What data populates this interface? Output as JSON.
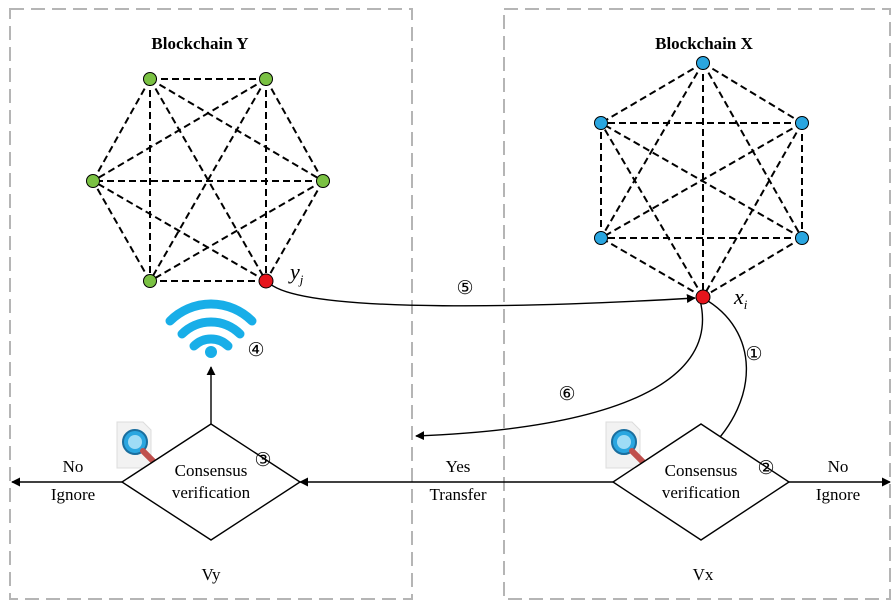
{
  "panel_y": {
    "title": "Blockchain Y",
    "validator_label": "Vy"
  },
  "panel_x": {
    "title": "Blockchain X",
    "validator_label": "Vx"
  },
  "node_y": {
    "label": "y",
    "subscript": "j"
  },
  "node_x": {
    "label": "x",
    "subscript": "i"
  },
  "diamond_y": {
    "line1": "Consensus",
    "line2": "verification"
  },
  "diamond_x": {
    "line1": "Consensus",
    "line2": "verification"
  },
  "left_branch": {
    "no_label": "No",
    "ignore_label": "Ignore"
  },
  "right_branch": {
    "no_label": "No",
    "ignore_label": "Ignore"
  },
  "middle_branch": {
    "yes_label": "Yes",
    "transfer_label": "Transfer"
  },
  "steps": {
    "step1": "①",
    "step2": "②",
    "step3": "③",
    "step4": "④",
    "step5": "⑤",
    "step6": "⑥"
  },
  "colors": {
    "node_y": "#7ac143",
    "node_x": "#2aa6e0",
    "node_active": "#e6141c",
    "wifi": "#18aee8",
    "panel_border": "#b5b5b5",
    "magnifier_glass": "#2aa6e0",
    "magnifier_handle": "#c0504d"
  },
  "icons": {
    "wifi": "wifi-icon",
    "magnifier": "magnifier-document-icon"
  }
}
